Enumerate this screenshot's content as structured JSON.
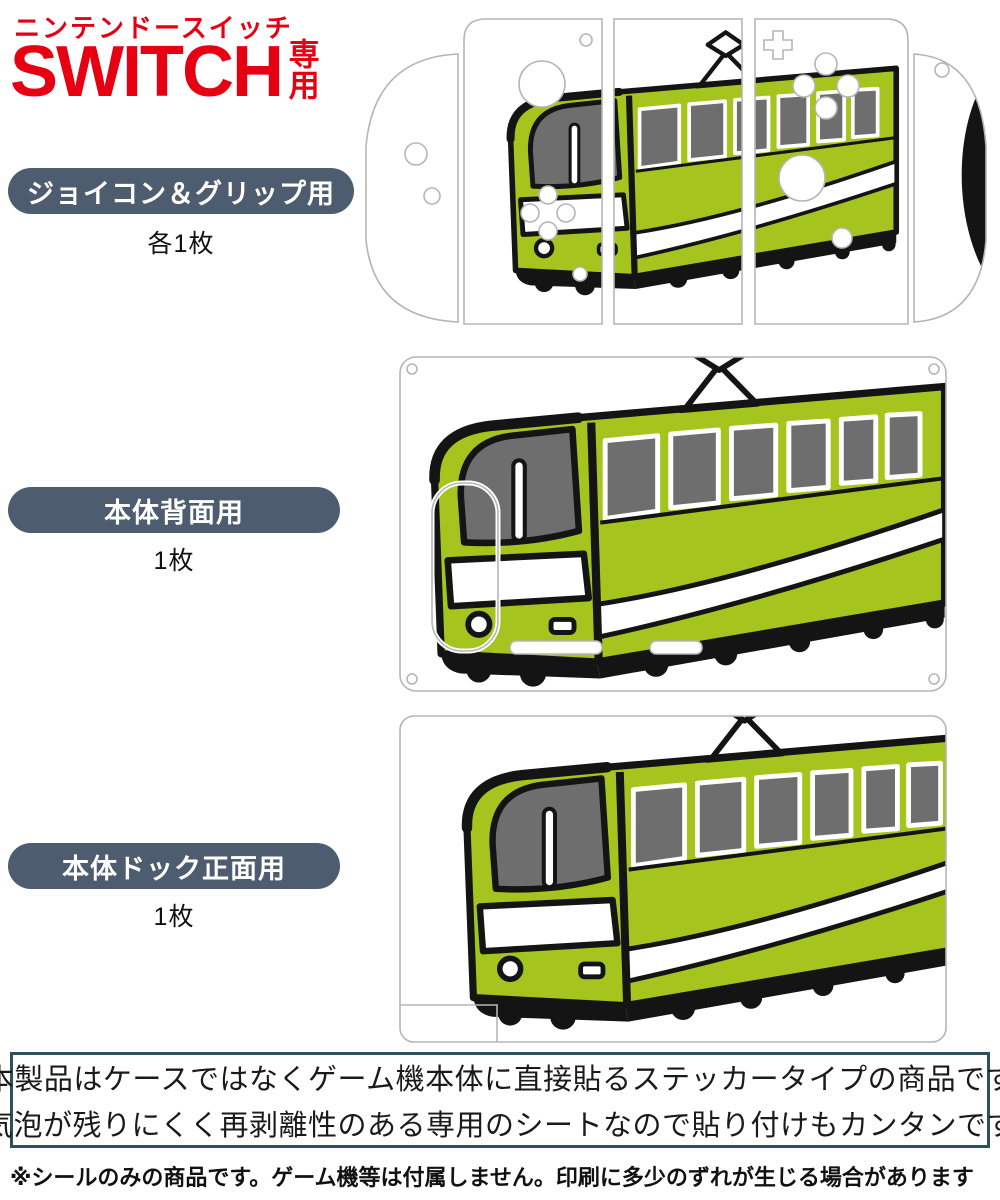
{
  "header": {
    "brand_small": "ニンテンドースイッチ",
    "brand_large": "SWITCH",
    "brand_suffix": "専用"
  },
  "sections": [
    {
      "label": "ジョイコン＆グリップ用",
      "count": "各1枚"
    },
    {
      "label": "本体背面用",
      "count": "1枚"
    },
    {
      "label": "本体ドック正面用",
      "count": "1枚"
    }
  ],
  "notice": {
    "line1": "本製品はケースではなくゲーム機本体に直接貼るステッカータイプの商品です",
    "line2": "気泡が残りにくく再剥離性のある専用のシートなので貼り付けもカンタンです"
  },
  "footnote": "※シールのみの商品です。ゲーム機等は付属しません。印刷に多少のずれが生じる場合があります",
  "illustrations": [
    {
      "name": "joycon-grip-skin",
      "subject": "green-train-illustration"
    },
    {
      "name": "console-back-skin",
      "subject": "green-train-illustration"
    },
    {
      "name": "dock-front-skin",
      "subject": "green-train-illustration"
    }
  ],
  "colors": {
    "accent_red": "#e60012",
    "label_pill_bg": "#4d5c6e",
    "train_green": "#a5c51e",
    "train_window_gray": "#6e6e6e",
    "outline_black": "#141414",
    "cutline_gray": "#b5b5b5",
    "notice_border": "#2e4f5c",
    "text_dark": "#1a1a1a"
  }
}
